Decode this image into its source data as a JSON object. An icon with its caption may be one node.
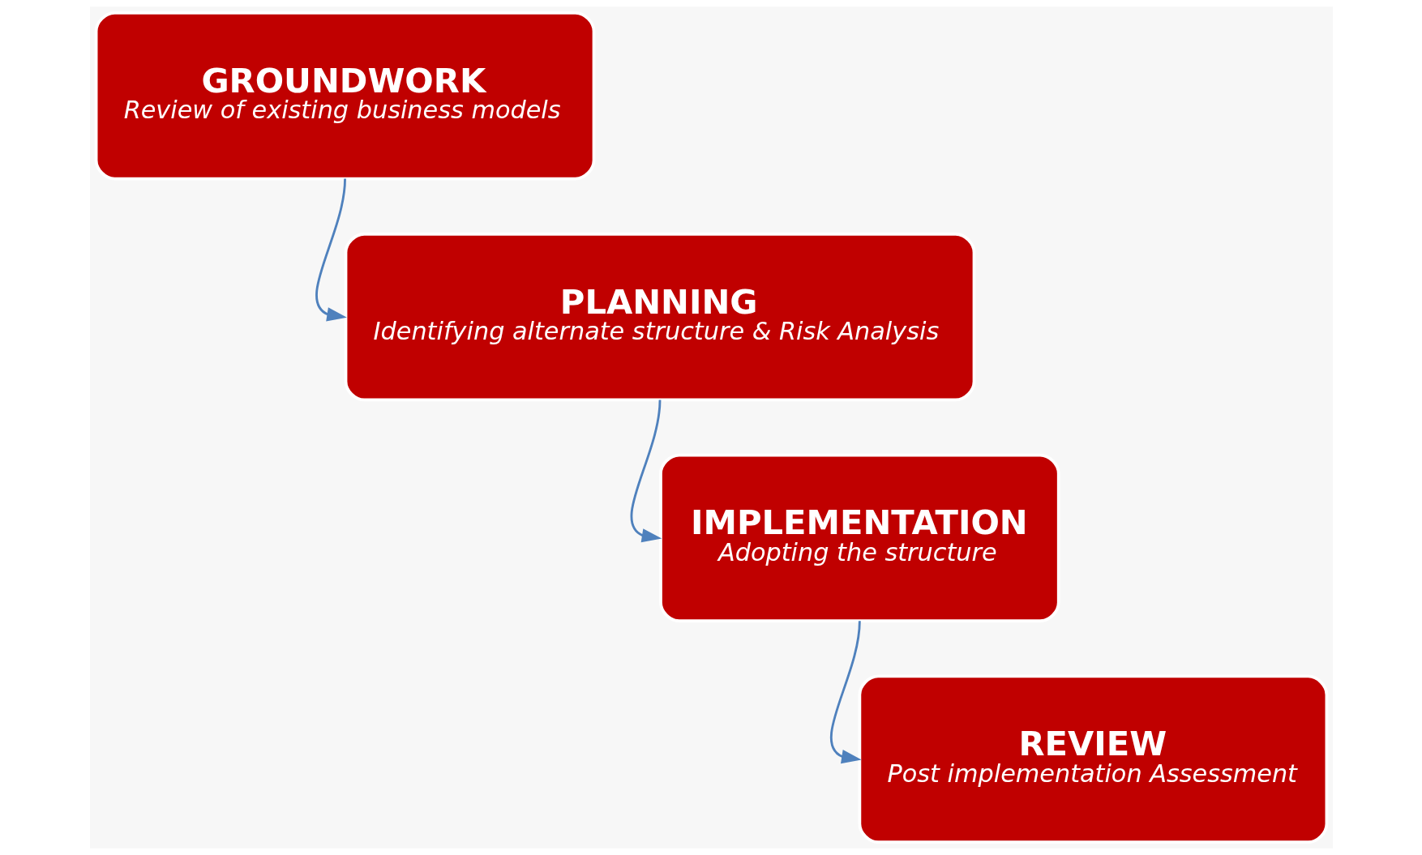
{
  "diagram": {
    "nodes": [
      {
        "text": [
          "GROUNDWORK",
          "Review of existing business models"
        ]
      },
      {
        "text": [
          "PLANNING",
          "Identifying alternate structure & Risk Analysis"
        ]
      },
      {
        "text": [
          "IMPLEMENTATION",
          "Adopting the structure"
        ]
      },
      {
        "text": [
          "REVIEW",
          "Post implementation Assessment"
        ]
      }
    ],
    "edges": [
      {
        "from": 0,
        "to": 1,
        "arrow": "to"
      },
      {
        "from": 1,
        "to": 2,
        "arrow": "to"
      },
      {
        "from": 2,
        "to": 3,
        "arrow": "to"
      }
    ]
  }
}
